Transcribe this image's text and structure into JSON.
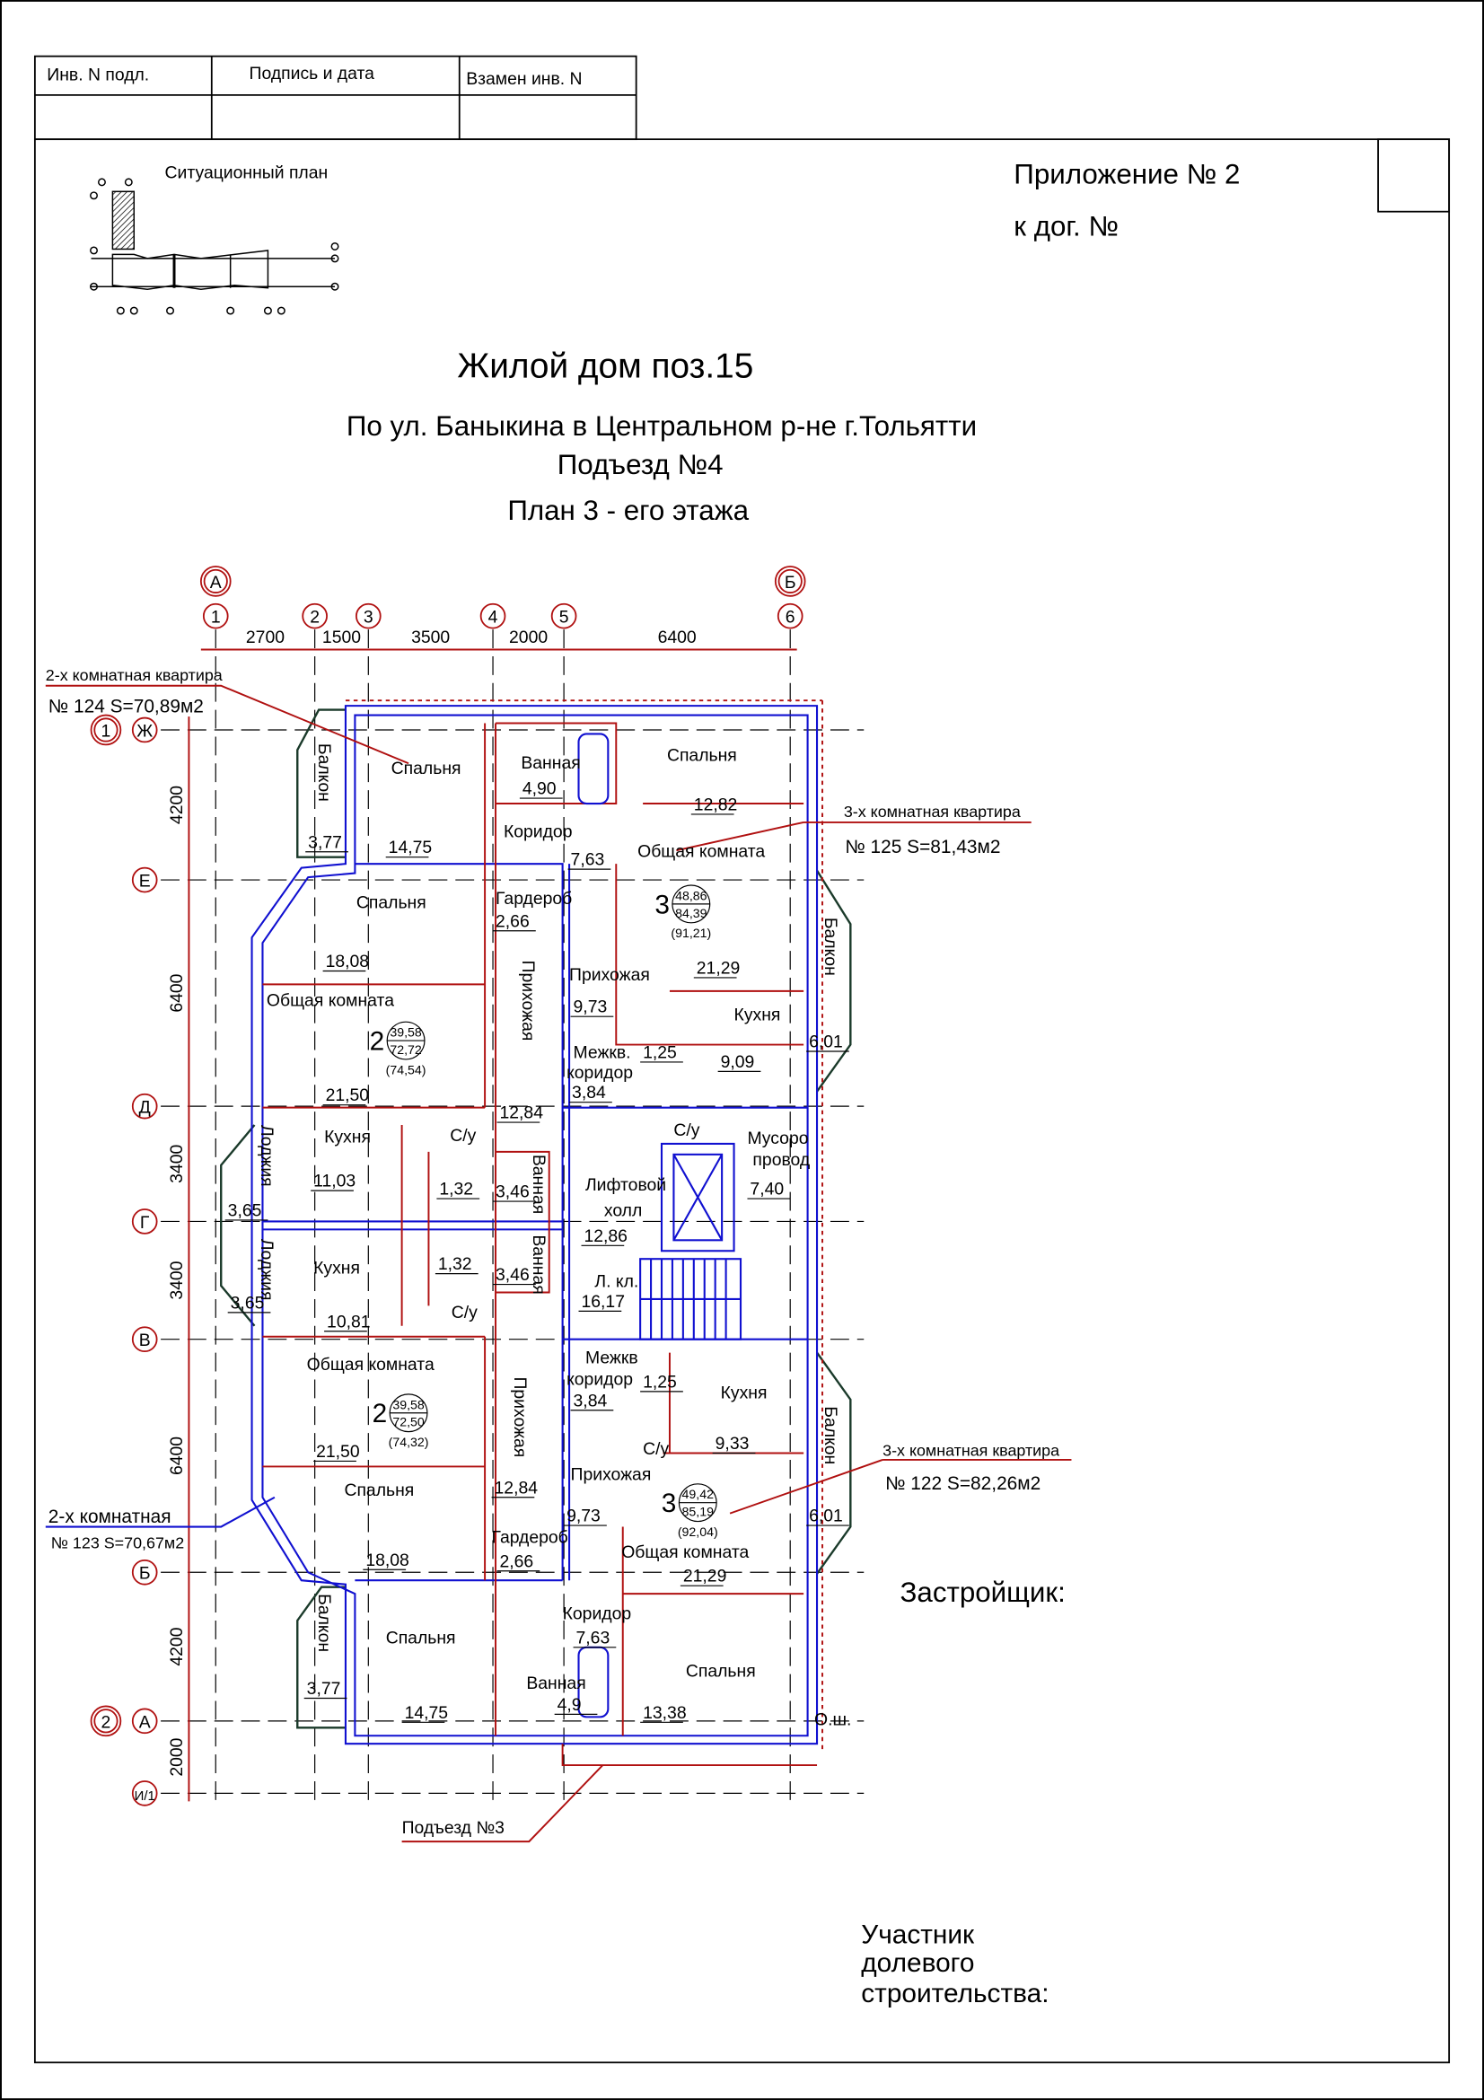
{
  "header_table": {
    "col1": "Инв. N подл.",
    "col2": "Подпись и дата",
    "col3": "Взамен инв. N"
  },
  "site_plan_label": "Ситуационный план",
  "appendix": {
    "title": "Приложение № 2",
    "contract": "к дог. №"
  },
  "titles": {
    "building": "Жилой дом поз.15",
    "address": "По ул. Баныкина в Центральном р-не г.Тольятти",
    "entrance": "Подъезд №4",
    "plan": "План  3 - его этажа"
  },
  "axes": {
    "letters_top": [
      "А",
      "Б"
    ],
    "columns": [
      "1",
      "2",
      "3",
      "4",
      "5",
      "6"
    ],
    "spans": [
      "2700",
      "1500",
      "3500",
      "2000",
      "6400"
    ],
    "rows": [
      "Ж",
      "Е",
      "Д",
      "Г",
      "В",
      "Б",
      "А",
      "И/1"
    ],
    "row_marks": [
      "1",
      "2"
    ],
    "row_spans": [
      "4200",
      "6400",
      "3400",
      "3400",
      "6400",
      "4200",
      "2000"
    ]
  },
  "apartments": [
    {
      "type": "2-х комнатная квартира",
      "info": "№ 124   S=70,89м2"
    },
    {
      "type": "3-х комнатная квартира",
      "info": "№ 125   S=81,43м2"
    },
    {
      "type": "3-х комнатная квартира",
      "info": "№ 122   S=82,26м2"
    },
    {
      "type": "2-х комнатная",
      "info": "№ 123  S=70,67м2"
    }
  ],
  "badges": [
    {
      "rooms": "3",
      "living": "48,86",
      "total": "84,39",
      "with_balcony": "(91,21)"
    },
    {
      "rooms": "2",
      "living": "39,58",
      "total": "72,72",
      "with_balcony": "(74,54)"
    },
    {
      "rooms": "2",
      "living": "39,58",
      "total": "72,50",
      "with_balcony": "(74,32)"
    },
    {
      "rooms": "3",
      "living": "49,42",
      "total": "85,19",
      "with_balcony": "(92,04)"
    }
  ],
  "room_labels": [
    "Спальня",
    "14,75",
    "Балкон",
    "3,77",
    "Ванная",
    "4,90",
    "Коридор",
    "7,63",
    "Спальня",
    "12,82",
    "Общая комната",
    "Гардероб",
    "2,66",
    "Спальня",
    "18,08",
    "Общая комната",
    "Прихожая",
    "Прихожая",
    "9,73",
    "21,29",
    "Кухня",
    "Межкв.",
    "коридор",
    "3,84",
    "1,25",
    "9,09",
    "Балкон",
    "6,01",
    "21,50",
    "12,84",
    "Кухня",
    "11,03",
    "С/у",
    "1,32",
    "3,46",
    "Ванная",
    "Лоджия",
    "3,65",
    "С/у",
    "Мусоро",
    "провод",
    "7,40",
    "Лифтовой",
    "холл",
    "12,86",
    "Лоджия",
    "3,65",
    "Кухня",
    "1,32",
    "3,46",
    "Ванная",
    "С/у",
    "10,81",
    "Л. кл.",
    "16,17",
    "Общая комната",
    "Прихожая",
    "Межкв",
    "коридор",
    "3,84",
    "1,25",
    "Кухня",
    "С/у",
    "9,33",
    "21,50",
    "Спальня",
    "12,84",
    "Прихожая",
    "9,73",
    "Гардероб",
    "2,66",
    "18,08",
    "Общая комната",
    "Балкон",
    "6,01",
    "Балкон",
    "3,77",
    "Спальня",
    "14,75",
    "Коридор",
    "7,63",
    "21,29",
    "Ванная",
    "4,9",
    "Спальня",
    "13,38",
    "О.ш."
  ],
  "neighbor_entrance": "Подъезд №3",
  "developer_label": "Застройщик:",
  "participant_label": [
    "Участник",
    "долевого",
    "строительства:"
  ]
}
